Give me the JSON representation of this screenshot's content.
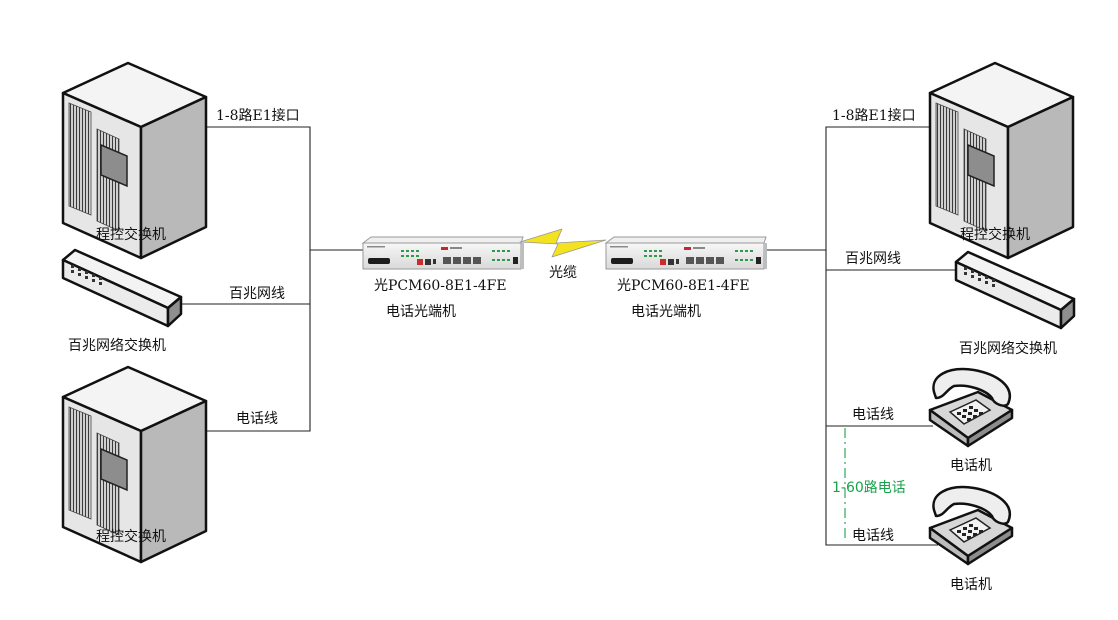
{
  "left": {
    "pbx_top_label": "程控交换机",
    "e1_label": "1-8路E1接口",
    "switch_label": "百兆网络交换机",
    "ethernet_label": "百兆网线",
    "pbx_bottom_label": "程控交换机",
    "phone_line_label": "电话线",
    "device_model": "光PCM60-8E1-4FE",
    "device_name": "电话光端机"
  },
  "center": {
    "cable_label": "光缆"
  },
  "right": {
    "device_model": "光PCM60-8E1-4FE",
    "device_name": "电话光端机",
    "e1_label": "1-8路E1接口",
    "pbx_label": "程控交换机",
    "ethernet_label": "百兆网线",
    "switch_label": "百兆网络交换机",
    "phone_line_1_label": "电话线",
    "phone_1_label": "电话机",
    "channels_label": "1-60路电话",
    "phone_line_2_label": "电话线",
    "phone_2_label": "电话机"
  },
  "colors": {
    "channels_text": "#19a24a",
    "lightning": "#f3e21f",
    "line": "#222222"
  }
}
